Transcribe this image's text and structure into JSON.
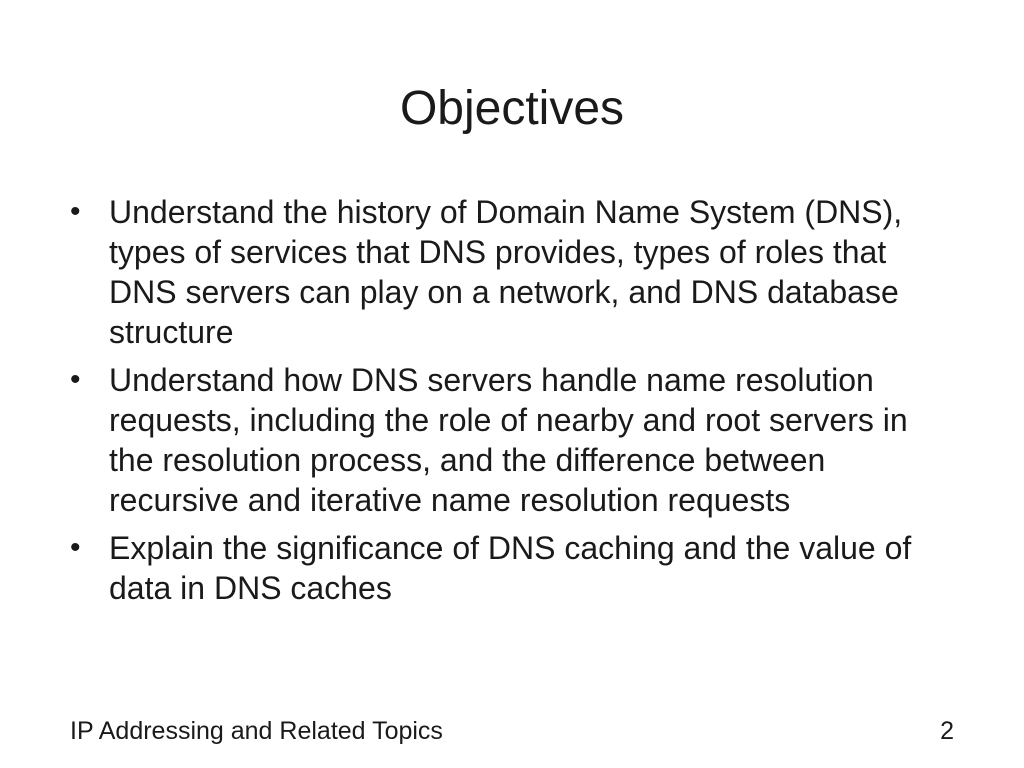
{
  "slide": {
    "title": "Objectives",
    "bullets": [
      {
        "marker": "•",
        "text": "Understand the history of Domain Name System (DNS), types of services that DNS provides, types of roles that DNS servers can play on a network, and DNS database structure"
      },
      {
        "marker": "•",
        "text": "Understand how DNS servers handle name resolution requests, including the role of nearby and root servers in the resolution process, and the difference between recursive and iterative name resolution requests"
      },
      {
        "marker": "•",
        "text": "Explain the significance of DNS caching and the value of data in DNS caches"
      }
    ],
    "footer": {
      "title": "IP Addressing and Related Topics",
      "page_number": "2"
    }
  }
}
